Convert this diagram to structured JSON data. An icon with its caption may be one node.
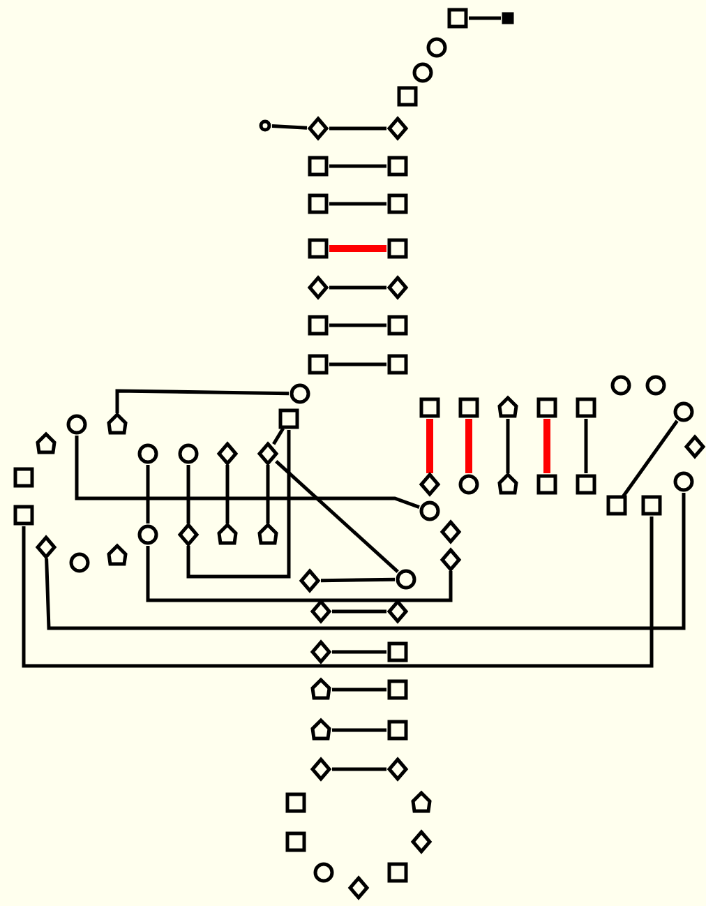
{
  "diagram": {
    "nodes": [
      {
        "text": [],
        "shape": "box"
      },
      {
        "text": [],
        "shape": "box"
      },
      {
        "text": [],
        "shape": "circle"
      },
      {
        "text": [],
        "shape": "circle"
      },
      {
        "text": [],
        "shape": "box"
      },
      {
        "text": [],
        "shape": "circle"
      },
      {
        "text": [],
        "shape": "diamond"
      },
      {
        "text": [],
        "shape": "diamond"
      },
      {
        "text": [],
        "shape": "box"
      },
      {
        "text": [],
        "shape": "box"
      },
      {
        "text": [],
        "shape": "box"
      },
      {
        "text": [],
        "shape": "box"
      },
      {
        "text": [],
        "shape": "box"
      },
      {
        "text": [],
        "shape": "box"
      },
      {
        "text": [],
        "shape": "diamond"
      },
      {
        "text": [],
        "shape": "diamond"
      },
      {
        "text": [],
        "shape": "box"
      },
      {
        "text": [],
        "shape": "box"
      },
      {
        "text": [],
        "shape": "box"
      },
      {
        "text": [],
        "shape": "box"
      },
      {
        "text": [],
        "shape": "circle"
      },
      {
        "text": [],
        "shape": "box"
      },
      {
        "text": [],
        "shape": "pentagon"
      },
      {
        "text": [],
        "shape": "circle"
      },
      {
        "text": [],
        "shape": "pentagon"
      },
      {
        "text": [],
        "shape": "box"
      },
      {
        "text": [],
        "shape": "box"
      },
      {
        "text": [],
        "shape": "circle"
      },
      {
        "text": [],
        "shape": "circle"
      },
      {
        "text": [],
        "shape": "diamond"
      },
      {
        "text": [],
        "shape": "diamond"
      },
      {
        "text": [],
        "shape": "circle"
      },
      {
        "text": [],
        "shape": "diamond"
      },
      {
        "text": [],
        "shape": "pentagon"
      },
      {
        "text": [],
        "shape": "pentagon"
      },
      {
        "text": [],
        "shape": "diamond"
      },
      {
        "text": [],
        "shape": "circle"
      },
      {
        "text": [],
        "shape": "pentagon"
      },
      {
        "text": [],
        "shape": "box"
      },
      {
        "text": [],
        "shape": "box"
      },
      {
        "text": [],
        "shape": "pentagon"
      },
      {
        "text": [],
        "shape": "box"
      },
      {
        "text": [],
        "shape": "box"
      },
      {
        "text": [],
        "shape": "circle"
      },
      {
        "text": [],
        "shape": "circle"
      },
      {
        "text": [],
        "shape": "circle"
      },
      {
        "text": [],
        "shape": "diamond"
      },
      {
        "text": [],
        "shape": "circle"
      },
      {
        "text": [],
        "shape": "box"
      },
      {
        "text": [],
        "shape": "box"
      },
      {
        "text": [],
        "shape": "diamond"
      },
      {
        "text": [],
        "shape": "circle"
      },
      {
        "text": [],
        "shape": "pentagon"
      },
      {
        "text": [],
        "shape": "box"
      },
      {
        "text": [],
        "shape": "box"
      },
      {
        "text": [],
        "shape": "circle"
      },
      {
        "text": [],
        "shape": "diamond"
      },
      {
        "text": [],
        "shape": "diamond"
      },
      {
        "text": [],
        "shape": "diamond"
      },
      {
        "text": [],
        "shape": "circle"
      },
      {
        "text": [],
        "shape": "diamond"
      },
      {
        "text": [],
        "shape": "diamond"
      },
      {
        "text": [],
        "shape": "diamond"
      },
      {
        "text": [],
        "shape": "box"
      },
      {
        "text": [],
        "shape": "pentagon"
      },
      {
        "text": [],
        "shape": "box"
      },
      {
        "text": [],
        "shape": "pentagon"
      },
      {
        "text": [],
        "shape": "box"
      },
      {
        "text": [],
        "shape": "diamond"
      },
      {
        "text": [],
        "shape": "diamond"
      },
      {
        "text": [],
        "shape": "box"
      },
      {
        "text": [],
        "shape": "pentagon"
      },
      {
        "text": [],
        "shape": "box"
      },
      {
        "text": [],
        "shape": "diamond"
      },
      {
        "text": [],
        "shape": "circle"
      },
      {
        "text": [],
        "shape": "diamond"
      },
      {
        "text": [],
        "shape": "box"
      }
    ],
    "edges": [
      {
        "from": 0,
        "to": 1,
        "arrow": "none"
      },
      {
        "from": 5,
        "to": 6,
        "arrow": "none"
      },
      {
        "from": 6,
        "to": 7,
        "arrow": "none"
      },
      {
        "from": 8,
        "to": 9,
        "arrow": "none"
      },
      {
        "from": 10,
        "to": 11,
        "arrow": "none"
      },
      {
        "from": 12,
        "to": 13,
        "arrow": "none",
        "style": "thick",
        "color": "#ff0000"
      },
      {
        "from": 14,
        "to": 15,
        "arrow": "none"
      },
      {
        "from": 16,
        "to": 17,
        "arrow": "none"
      },
      {
        "from": 18,
        "to": 19,
        "arrow": "none"
      },
      {
        "from": 22,
        "to": 20,
        "arrow": "none"
      },
      {
        "from": 23,
        "to": 55,
        "arrow": "none"
      },
      {
        "from": 21,
        "to": 30,
        "arrow": "none"
      },
      {
        "from": 30,
        "to": 59,
        "arrow": "none"
      },
      {
        "from": 32,
        "to": 21,
        "arrow": "none"
      },
      {
        "from": 31,
        "to": 57,
        "arrow": "none"
      },
      {
        "from": 35,
        "to": 47,
        "arrow": "none"
      },
      {
        "from": 26,
        "to": 48,
        "arrow": "none"
      },
      {
        "from": 49,
        "to": 45,
        "arrow": "none"
      },
      {
        "from": 27,
        "to": 31,
        "arrow": "none"
      },
      {
        "from": 28,
        "to": 32,
        "arrow": "none"
      },
      {
        "from": 29,
        "to": 33,
        "arrow": "none"
      },
      {
        "from": 30,
        "to": 34,
        "arrow": "none"
      },
      {
        "from": 38,
        "to": 50,
        "arrow": "none",
        "style": "thick",
        "color": "#ff0000"
      },
      {
        "from": 39,
        "to": 51,
        "arrow": "none",
        "style": "thick",
        "color": "#ff0000"
      },
      {
        "from": 40,
        "to": 52,
        "arrow": "none"
      },
      {
        "from": 41,
        "to": 53,
        "arrow": "none",
        "style": "thick",
        "color": "#ff0000"
      },
      {
        "from": 42,
        "to": 54,
        "arrow": "none"
      },
      {
        "from": 58,
        "to": 59,
        "arrow": "none"
      },
      {
        "from": 60,
        "to": 61,
        "arrow": "none"
      },
      {
        "from": 62,
        "to": 63,
        "arrow": "none"
      },
      {
        "from": 64,
        "to": 65,
        "arrow": "none"
      },
      {
        "from": 66,
        "to": 67,
        "arrow": "none"
      },
      {
        "from": 68,
        "to": 69,
        "arrow": "none"
      }
    ]
  }
}
